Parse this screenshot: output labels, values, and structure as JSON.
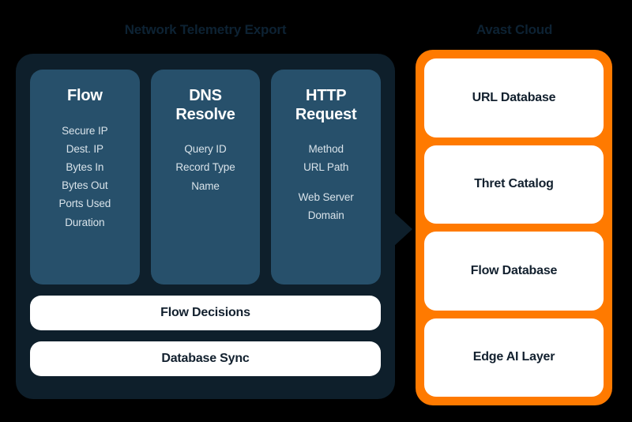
{
  "background_color": "#000000",
  "colors": {
    "panel_dark": "#0e1f2b",
    "card_slate": "#27506b",
    "accent_orange": "#ff7a00",
    "card_white": "#ffffff",
    "title_navy": "#0d2233",
    "text_light": "#d9e3ea",
    "text_dark": "#12202e"
  },
  "telemetry": {
    "title": "Network Telemetry Export",
    "columns": [
      {
        "heading": "Flow",
        "items": [
          "Secure IP",
          "Dest. IP",
          "Bytes In",
          "Bytes Out",
          "Ports Used",
          "Duration"
        ],
        "items_group2": []
      },
      {
        "heading": "DNS\nResolve",
        "items": [
          "Query ID",
          "Record Type",
          "Name"
        ],
        "items_group2": []
      },
      {
        "heading": "HTTP\nRequest",
        "items": [
          "Method",
          "URL Path"
        ],
        "items_group2": [
          "Web Server",
          "Domain"
        ]
      }
    ],
    "bars": [
      {
        "label": "Flow Decisions"
      },
      {
        "label": "Database Sync"
      }
    ],
    "connector_icon": "arrow-right-icon"
  },
  "cloud": {
    "title": "Avast Cloud",
    "cards": [
      {
        "label": "URL Database"
      },
      {
        "label": "Thret Catalog"
      },
      {
        "label": "Flow Database"
      },
      {
        "label": "Edge AI Layer"
      }
    ]
  }
}
